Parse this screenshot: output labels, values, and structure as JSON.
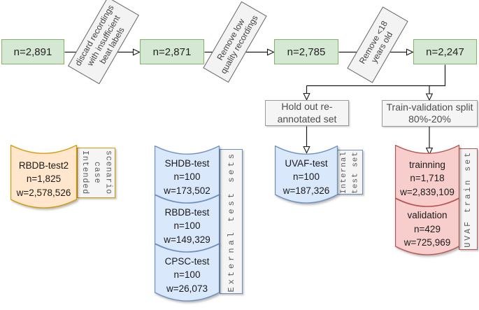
{
  "colors": {
    "green_fill": "#d5e8d4",
    "green_stroke": "#82b366",
    "orange_fill": "#ffe6cc",
    "orange_stroke": "#d79b00",
    "blue_fill": "#dae8fc",
    "blue_stroke": "#6c8ebf",
    "red_fill": "#f8cecc",
    "red_stroke": "#b85450",
    "box_stroke": "#666666",
    "branch_stroke": "#999999",
    "line_color": "#1a1a1a",
    "vlabel_text": "#595959"
  },
  "flow": {
    "stages": [
      "n=2,891",
      "n=2,871",
      "n=2,785",
      "n=2,247"
    ],
    "filters": [
      {
        "lines": [
          "discard recordings",
          "with insufficient",
          "beat labels"
        ]
      },
      {
        "lines": [
          "Remove low",
          "quality recordings"
        ]
      },
      {
        "lines": [
          "Remove <18",
          "years old"
        ]
      }
    ],
    "branches": [
      {
        "lines": [
          "Hold out re-",
          "annotated set"
        ]
      },
      {
        "lines": [
          "Train-validation split",
          "80%-20%"
        ]
      }
    ]
  },
  "datasets": {
    "intended": {
      "vertical_label_lines": [
        "Intended",
        "case",
        "scenario"
      ],
      "segments": [
        {
          "name": "RBDB-test2",
          "n": "n=1,825",
          "w": "w=2,578,526"
        }
      ]
    },
    "external": {
      "vertical_label_lines": [
        "External test sets"
      ],
      "segments": [
        {
          "name": "SHDB-test",
          "n": "n=100",
          "w": "w=173,502"
        },
        {
          "name": "RBDB-test",
          "n": "n=100",
          "w": "w=149,329"
        },
        {
          "name": "CPSC-test",
          "n": "n=100",
          "w": "w=26,073"
        }
      ]
    },
    "internal": {
      "vertical_label_lines": [
        "Internal",
        "test set"
      ],
      "segments": [
        {
          "name": "UVAF-test",
          "n": "n=100",
          "w": "w=187,326"
        }
      ]
    },
    "train": {
      "vertical_label_lines": [
        "UVAF train set"
      ],
      "segments": [
        {
          "name": "trainning",
          "n": "n=1,718",
          "w": "w=2,839,109"
        },
        {
          "name": "validation",
          "n": "n=429",
          "w": "w=725,969"
        }
      ]
    }
  }
}
